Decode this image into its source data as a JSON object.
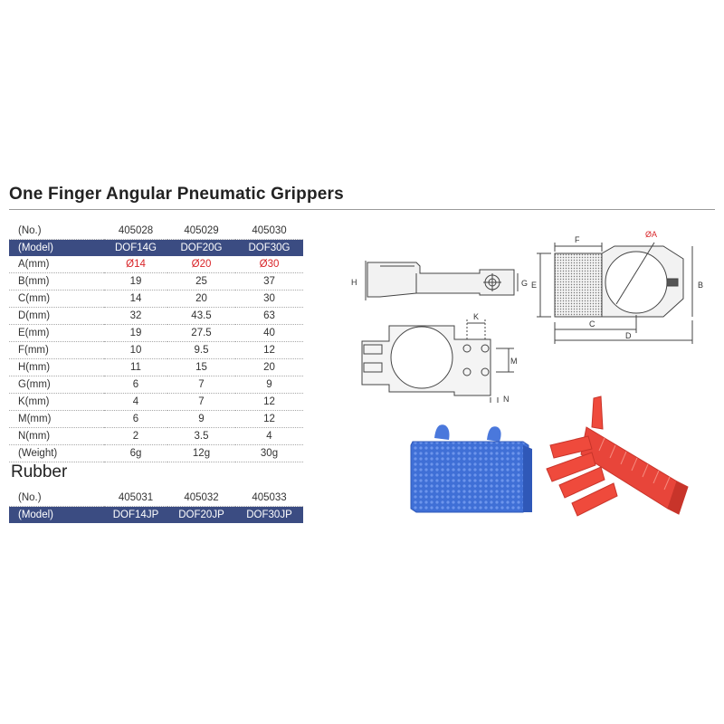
{
  "title": "One Finger Angular Pneumatic Grippers",
  "gripper_table": {
    "header": {
      "label": "(No.)",
      "values": [
        "405028",
        "405029",
        "405030"
      ]
    },
    "model": {
      "label": "(Model)",
      "values": [
        "DOF14G",
        "DOF20G",
        "DOF30G"
      ]
    },
    "rows": [
      {
        "label": "A(mm)",
        "values": [
          "Ø14",
          "Ø20",
          "Ø30"
        ]
      },
      {
        "label": "B(mm)",
        "values": [
          "19",
          "25",
          "37"
        ]
      },
      {
        "label": "C(mm)",
        "values": [
          "14",
          "20",
          "30"
        ]
      },
      {
        "label": "D(mm)",
        "values": [
          "32",
          "43.5",
          "63"
        ]
      },
      {
        "label": "E(mm)",
        "values": [
          "19",
          "27.5",
          "40"
        ]
      },
      {
        "label": "F(mm)",
        "values": [
          "10",
          "9.5",
          "12"
        ]
      },
      {
        "label": "H(mm)",
        "values": [
          "11",
          "15",
          "20"
        ]
      },
      {
        "label": "G(mm)",
        "values": [
          "6",
          "7",
          "9"
        ]
      },
      {
        "label": "K(mm)",
        "values": [
          "4",
          "7",
          "12"
        ]
      },
      {
        "label": "M(mm)",
        "values": [
          "6",
          "9",
          "12"
        ]
      },
      {
        "label": "N(mm)",
        "values": [
          "2",
          "3.5",
          "4"
        ]
      },
      {
        "label": "(Weight)",
        "values": [
          "6g",
          "12g",
          "30g"
        ]
      }
    ]
  },
  "rubber_title": "Rubber",
  "rubber_table": {
    "header": {
      "label": "(No.)",
      "values": [
        "405031",
        "405032",
        "405033"
      ]
    },
    "model": {
      "label": "(Model)",
      "values": [
        "DOF14JP",
        "DOF20JP",
        "DOF30JP"
      ]
    }
  },
  "drawing_labels": {
    "h": "H",
    "g": "G",
    "k": "K",
    "m": "M",
    "n": "N",
    "f": "F",
    "phi_a": "ØA",
    "e": "E",
    "b": "B",
    "c": "C",
    "d": "D"
  },
  "colors": {
    "model_bar": "#3b4c82",
    "dimension_red": "#d9262a",
    "rubber_blue": "#3f6fd6",
    "rubber_red": "#ef4a3c"
  }
}
